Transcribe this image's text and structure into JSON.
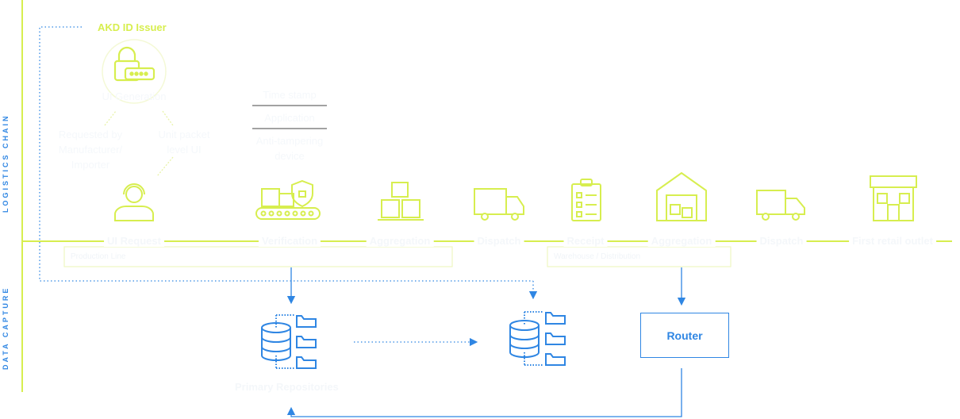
{
  "sections": {
    "logistics_chain": "LOGISTICS CHAIN",
    "data_capture": "DATA CAPTURE"
  },
  "issuer": {
    "title": "AKD ID Issuer",
    "generation": "UI Generation",
    "requested_by": [
      "Requested by",
      "Manufacturer/",
      "Importer"
    ],
    "unit_packet": [
      "Unit packet",
      "level UI"
    ]
  },
  "verification_details": [
    "Time stamp",
    "Application",
    "Anti-tampering",
    "device"
  ],
  "stages": [
    "UI Request",
    "Verification",
    "Aggregation",
    "Dispatch",
    "Receipt",
    "Aggregation",
    "Dispatch",
    "First retail outlet"
  ],
  "groups": {
    "production": "Production Line",
    "warehouse": "Warehouse / Distribution"
  },
  "router": "Router",
  "primary_repositories": "Primary Repositories",
  "colors": {
    "lime": "#d7ee4f",
    "blue": "#2f86e3",
    "faint": "#f2f5f8"
  }
}
